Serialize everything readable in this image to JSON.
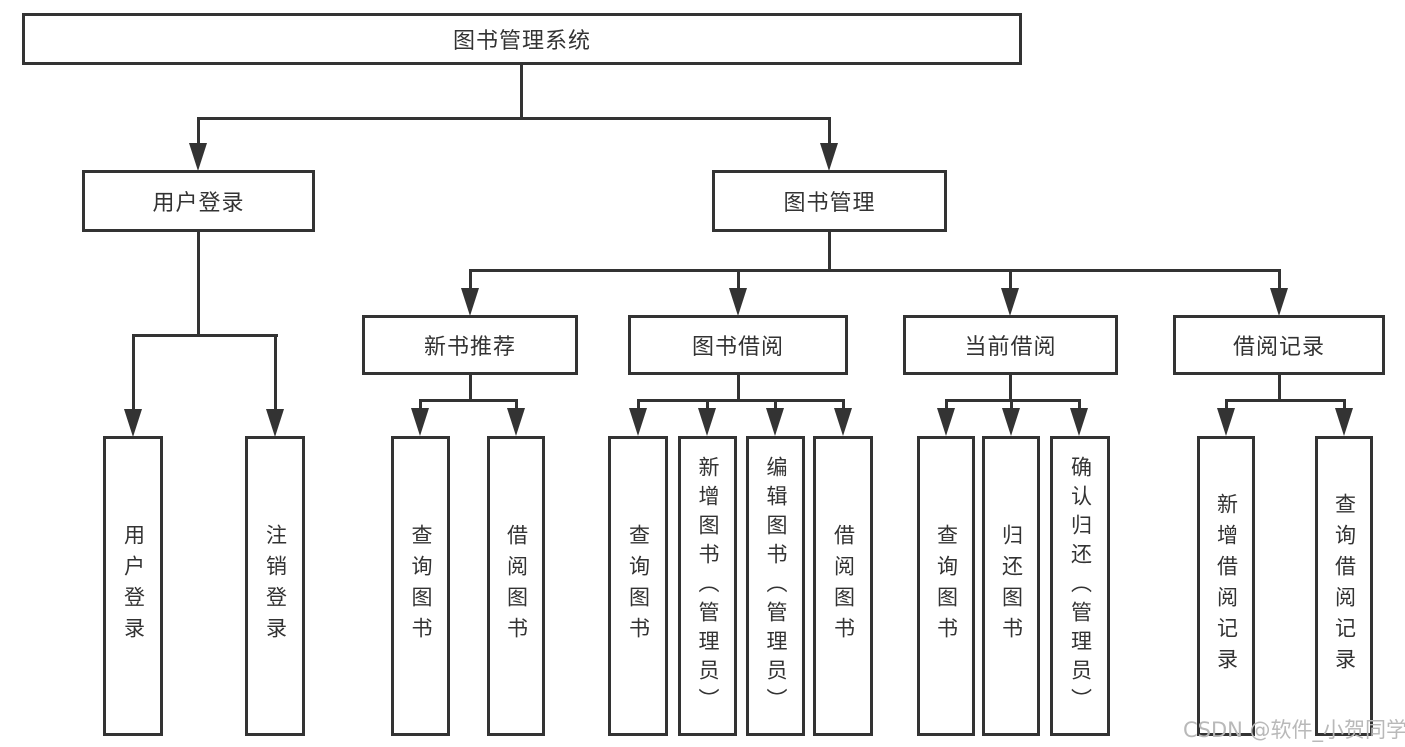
{
  "colors": {
    "line": "#333333",
    "text": "#333333",
    "watermark": "#b9b9b9",
    "background": "#ffffff"
  },
  "tree": {
    "label": "图书管理系统",
    "children": [
      {
        "label": "用户登录",
        "children": [
          {
            "label": "用户登录"
          },
          {
            "label": "注销登录"
          }
        ]
      },
      {
        "label": "图书管理",
        "children": [
          {
            "label": "新书推荐",
            "children": [
              {
                "label": "查询图书"
              },
              {
                "label": "借阅图书"
              }
            ]
          },
          {
            "label": "图书借阅",
            "children": [
              {
                "label": "查询图书"
              },
              {
                "label": "新增图书（管理员）"
              },
              {
                "label": "编辑图书（管理员）"
              },
              {
                "label": "借阅图书"
              }
            ]
          },
          {
            "label": "当前借阅",
            "children": [
              {
                "label": "查询图书"
              },
              {
                "label": "归还图书"
              },
              {
                "label": "确认归还（管理员）"
              }
            ]
          },
          {
            "label": "借阅记录",
            "children": [
              {
                "label": "新增借阅记录"
              },
              {
                "label": "查询借阅记录"
              }
            ]
          }
        ]
      }
    ]
  },
  "watermark": "CSDN @软件_小贺同学"
}
